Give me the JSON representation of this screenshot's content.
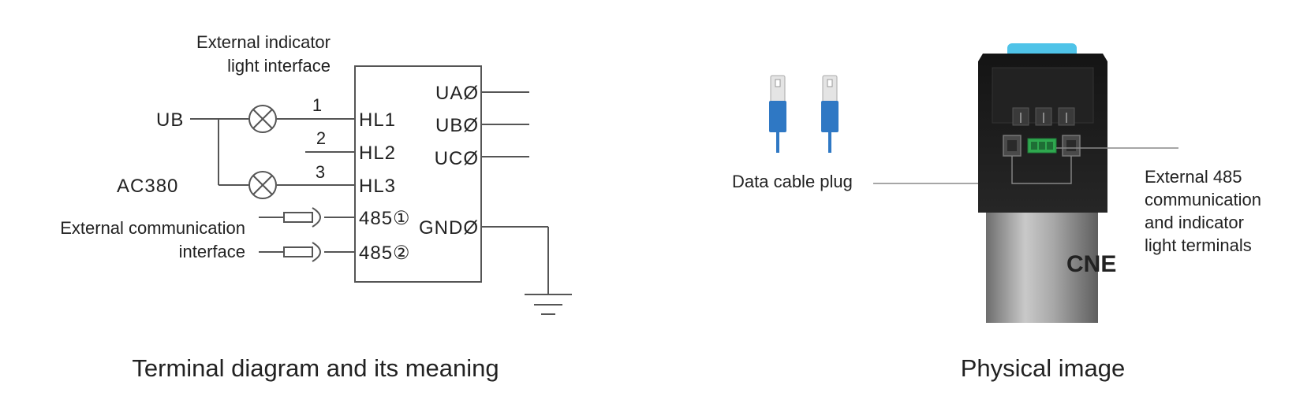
{
  "diagram": {
    "ext_indicator_line1": "External indicator",
    "ext_indicator_line2": "light interface",
    "ub_source": "UB",
    "ac_label": "AC380",
    "ext_comm_line1": "External communication",
    "ext_comm_line2": "interface",
    "wire1": "1",
    "wire2": "2",
    "wire3": "3",
    "pin_hl1": "HL1",
    "pin_hl2": "HL2",
    "pin_hl3": "HL3",
    "pin_485_1": "485①",
    "pin_485_2": "485②",
    "out_ua": "UAØ",
    "out_ub": "UBØ",
    "out_uc": "UCØ",
    "out_gnd": "GNDØ",
    "caption": "Terminal diagram and its meaning"
  },
  "photo": {
    "data_cable_plug": "Data cable plug",
    "terminals_line1": "External 485",
    "terminals_line2": "communication",
    "terminals_line3": "and indicator",
    "terminals_line4": "light terminals",
    "caption": "Physical image",
    "colors": {
      "housing": "#1c1c1c",
      "cap": "#4fc3e8",
      "plug_blue": "#2f78c4",
      "terminal_green": "#2fa84f",
      "body_silver": "#9a9a9a"
    }
  }
}
